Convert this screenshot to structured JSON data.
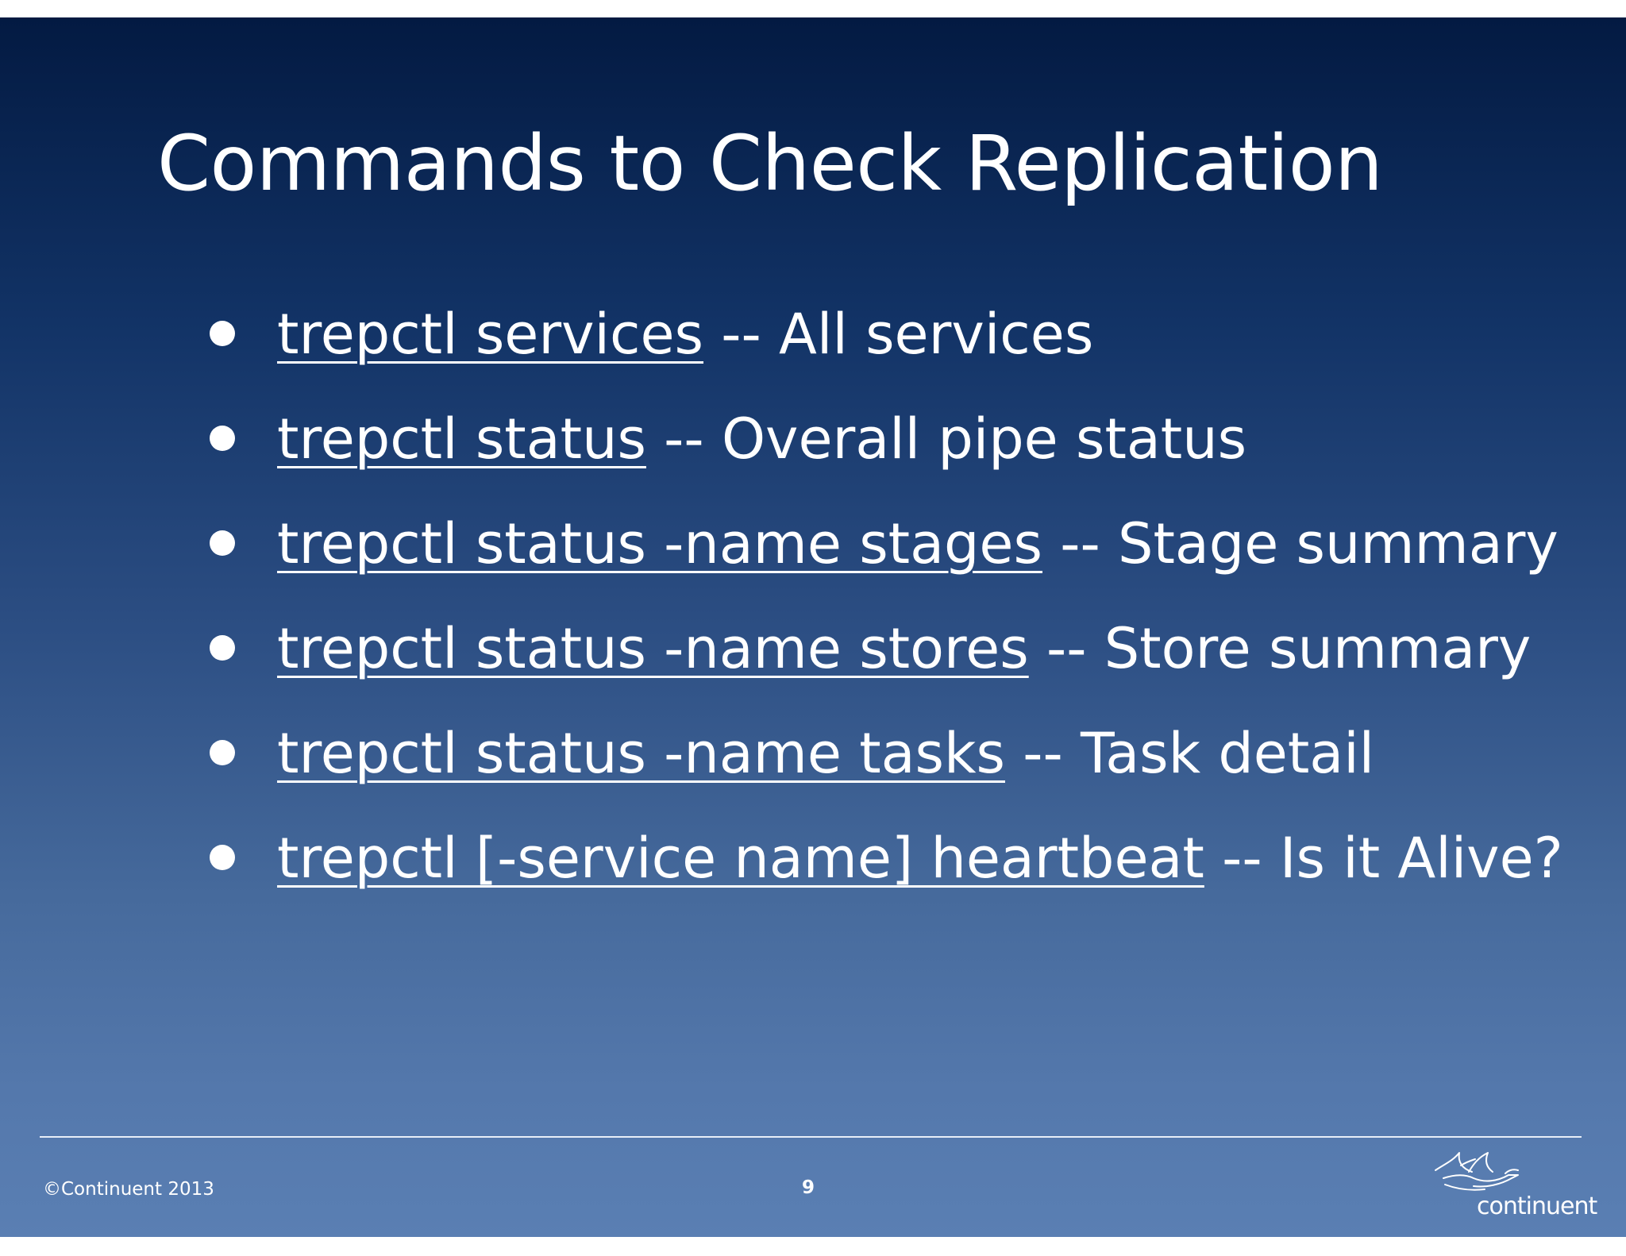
{
  "slide": {
    "title": "Commands to Check Replication",
    "bullets": [
      {
        "command": "trepctl services",
        "description": " -- All services"
      },
      {
        "command": "trepctl status",
        "description": " -- Overall pipe status"
      },
      {
        "command": "trepctl status -name stages",
        "description": " -- Stage summary"
      },
      {
        "command": "trepctl status -name stores",
        "description": " -- Store summary"
      },
      {
        "command": "trepctl status -name tasks",
        "description": " -- Task detail"
      },
      {
        "command": "trepctl [-service name] heartbeat",
        "description": " -- Is it Alive?"
      }
    ]
  },
  "footer": {
    "copyright": "©Continuent 2013",
    "page_number": "9",
    "logo_text": "continuent"
  },
  "colors": {
    "background_top": "#031a42",
    "background_bottom": "#5a7fb3",
    "text": "#ffffff"
  }
}
